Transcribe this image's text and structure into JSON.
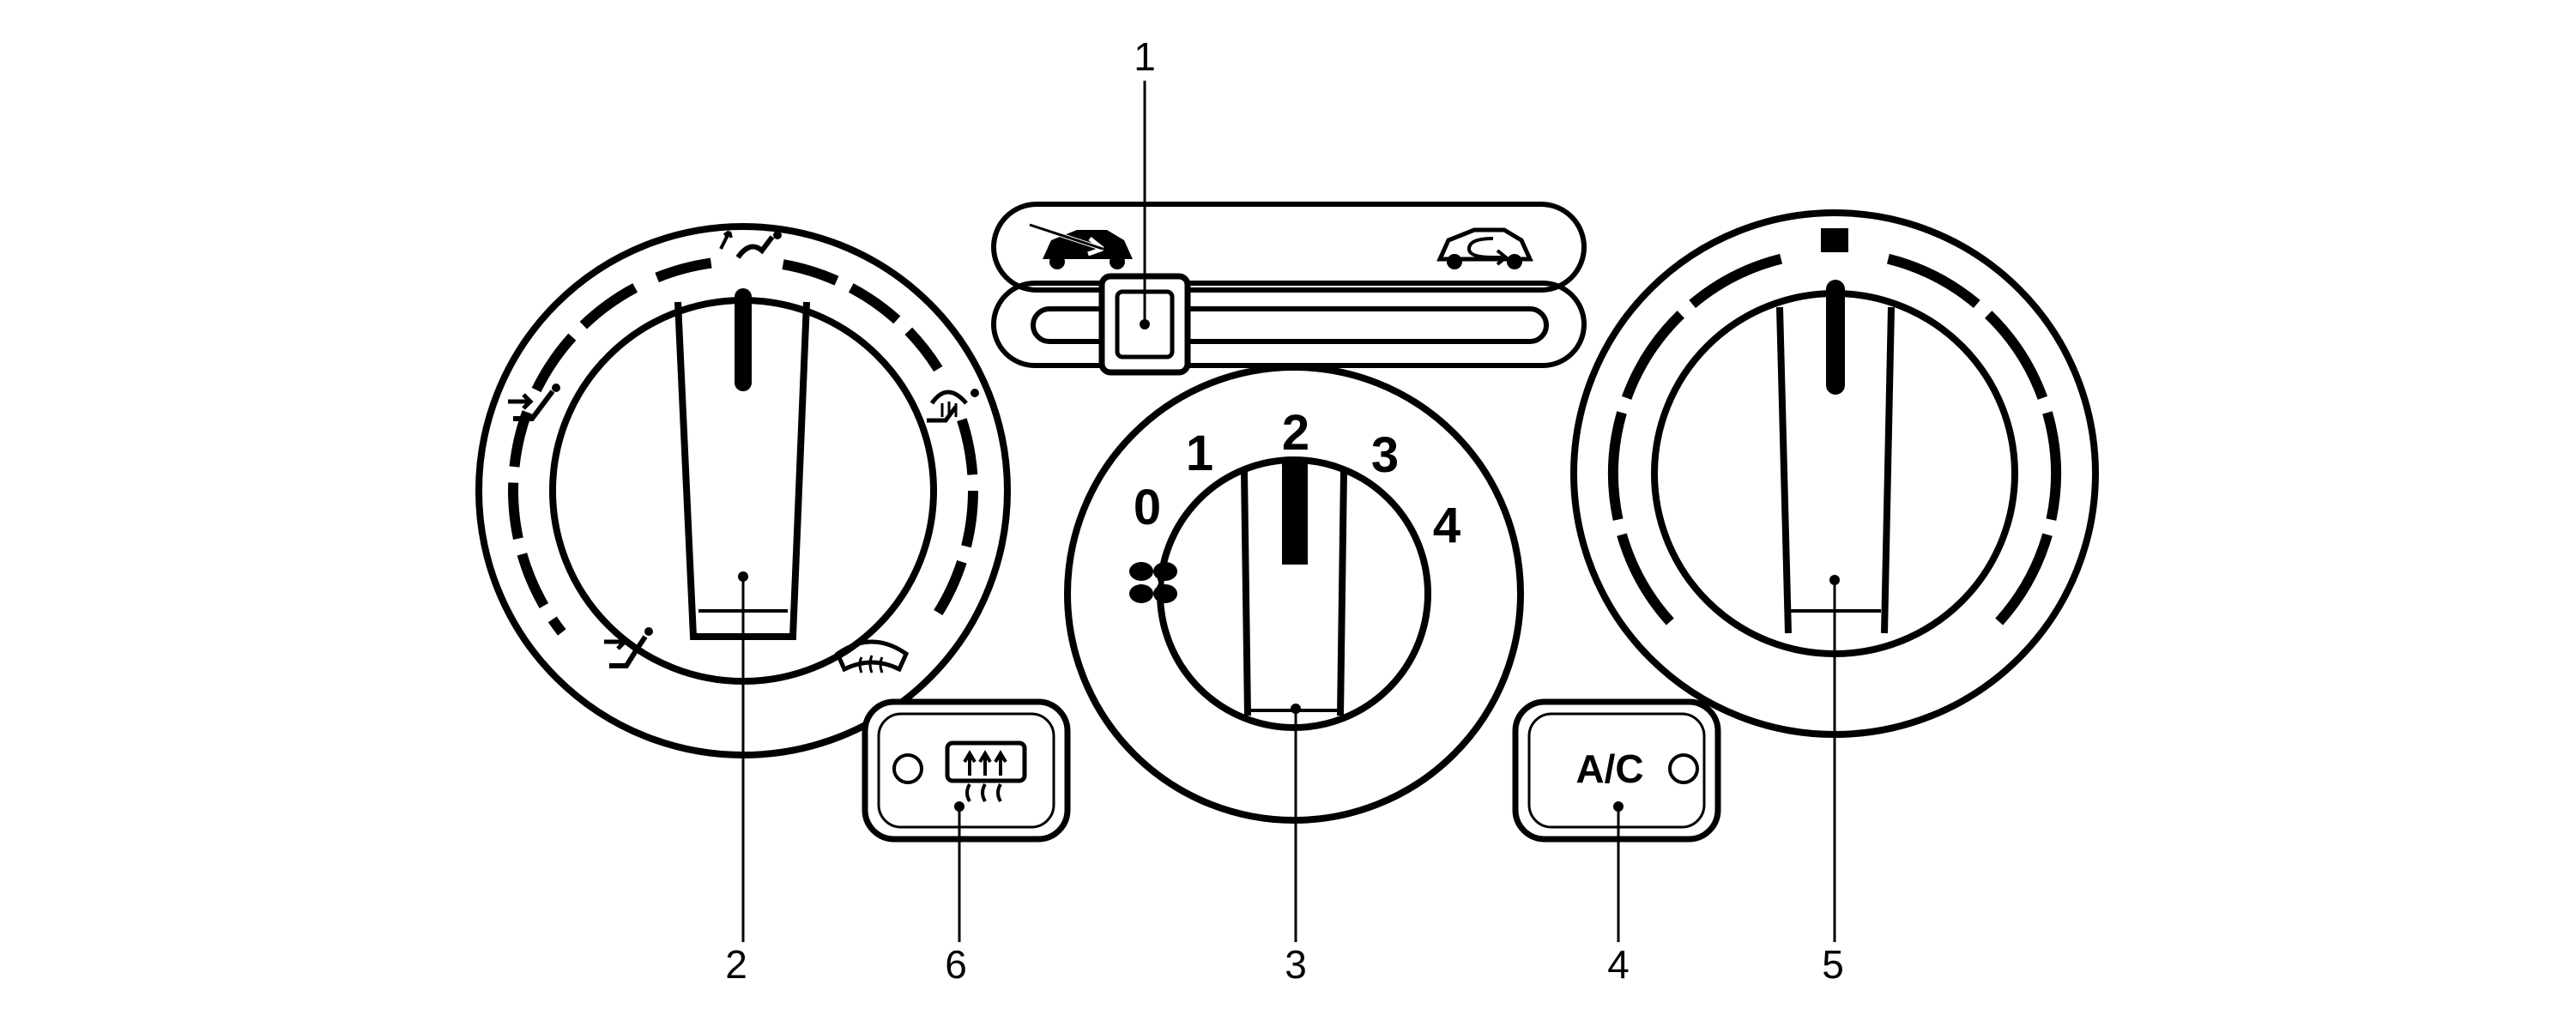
{
  "callouts": [
    {
      "id": "1",
      "label": "1"
    },
    {
      "id": "2",
      "label": "2"
    },
    {
      "id": "3",
      "label": "3"
    },
    {
      "id": "4",
      "label": "4"
    },
    {
      "id": "5",
      "label": "5"
    },
    {
      "id": "6",
      "label": "6"
    }
  ],
  "fan_dial": {
    "speeds": [
      "0",
      "1",
      "2",
      "3",
      "4"
    ],
    "icon": "fan-icon"
  },
  "ac_button": {
    "label": "A/C",
    "icon": "indicator-lamp-icon"
  },
  "rear_defroster_button": {
    "icon": "rear-window-defroster-icon"
  },
  "air_intake_lever": {
    "left_icon": "outside-air-icon",
    "right_icon": "recirculated-air-icon"
  },
  "air_flow_dial": {
    "icons": [
      "vent-icon",
      "bi-level-icon",
      "foot-icon",
      "foot-defrost-icon",
      "defrost-icon"
    ]
  },
  "temperature_dial": {
    "icons": [
      "cold-mark-icon"
    ]
  }
}
